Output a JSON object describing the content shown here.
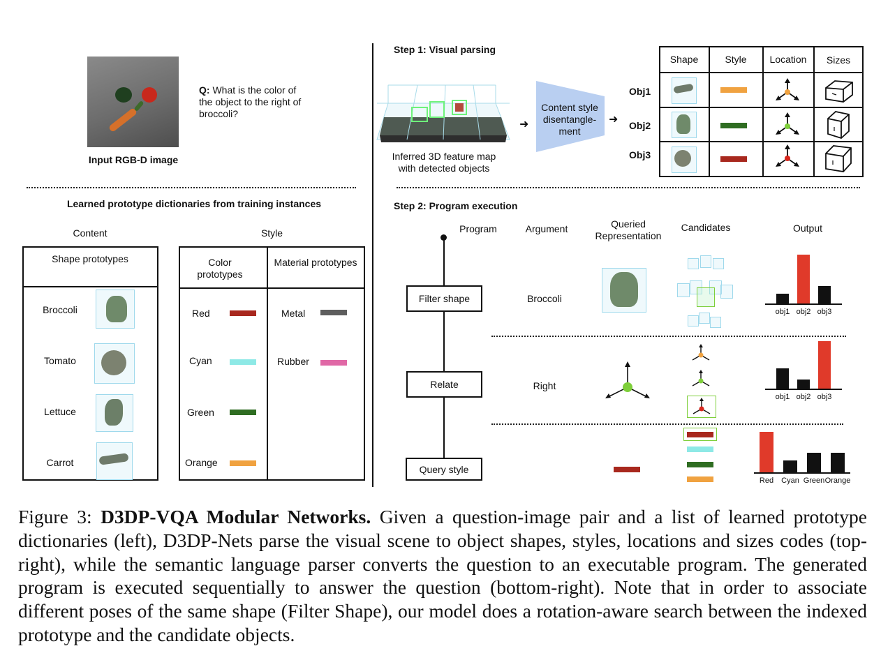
{
  "input": {
    "question_prefix": "Q:",
    "question_text": "What is the color of the object to the right of broccoli?",
    "image_label": "Input RGB-D image"
  },
  "dictionaries": {
    "title": "Learned prototype dictionaries from training instances",
    "content_label": "Content",
    "style_label": "Style",
    "shape_header": "Shape prototypes",
    "color_header": "Color prototypes",
    "material_header": "Material prototypes",
    "shapes": [
      "Broccoli",
      "Tomato",
      "Lettuce",
      "Carrot"
    ],
    "colors": [
      {
        "name": "Red",
        "hex": "#a8281e"
      },
      {
        "name": "Cyan",
        "hex": "#8ee9e6"
      },
      {
        "name": "Green",
        "hex": "#2f6d22"
      },
      {
        "name": "Orange",
        "hex": "#f0a240"
      }
    ],
    "materials": [
      {
        "name": "Metal",
        "hex": "#5e5e5e"
      },
      {
        "name": "Rubber",
        "hex": "#e068a6"
      }
    ]
  },
  "step1": {
    "title": "Step 1: Visual parsing",
    "feature_map_caption": "Inferred 3D feature map with detected objects",
    "disentangle_label": "Content style disentangle- ment",
    "table_headers": [
      "Shape",
      "Style",
      "Location",
      "Sizes"
    ],
    "objects": [
      {
        "name": "Obj1",
        "style_hex": "#f0a240",
        "dot_hex": "#f0a240"
      },
      {
        "name": "Obj2",
        "style_hex": "#2f6d22",
        "dot_hex": "#7ecf3a"
      },
      {
        "name": "Obj3",
        "style_hex": "#a8281e",
        "dot_hex": "#d9281e"
      }
    ]
  },
  "step2": {
    "title": "Step 2: Program execution",
    "headers": {
      "program": "Program",
      "argument": "Argument",
      "queried": "Queried Representation",
      "candidates": "Candidates",
      "output": "Output"
    },
    "rows": [
      {
        "program": "Filter shape",
        "argument": "Broccoli"
      },
      {
        "program": "Relate",
        "argument": "Right"
      },
      {
        "program": "Query style",
        "argument": ""
      }
    ],
    "query_style_swatch_hex": "#a8281e",
    "candidate_swatches": [
      "#a8281e",
      "#8ee9e6",
      "#2f6d22",
      "#f0a240"
    ],
    "highlight_hex": "#7ecf3a",
    "bar_highlight_hex": "#e03a2a"
  },
  "chart_data": [
    {
      "type": "bar",
      "categories": [
        "obj1",
        "obj2",
        "obj3"
      ],
      "values": [
        0.2,
        1.0,
        0.36
      ],
      "highlight": "obj2",
      "ylim": [
        0,
        1
      ]
    },
    {
      "type": "bar",
      "categories": [
        "obj1",
        "obj2",
        "obj3"
      ],
      "values": [
        0.42,
        0.19,
        1.0
      ],
      "highlight": "obj3",
      "ylim": [
        0,
        1
      ]
    },
    {
      "type": "bar",
      "categories": [
        "Red",
        "Cyan",
        "Green",
        "Orange"
      ],
      "values": [
        1.0,
        0.29,
        0.49,
        0.49
      ],
      "highlight": "Red",
      "ylim": [
        0,
        1
      ]
    }
  ],
  "caption": {
    "fig_label": "Figure 3:",
    "fig_title": "D3DP-VQA Modular Networks.",
    "text": "Given a question-image pair and a list of learned prototype dictionaries (left), D3DP-Nets parse the visual scene to object shapes, styles, locations and sizes codes (top-right), while the semantic language parser converts the question to an executable program. The generated program is executed sequentially to answer the question (bottom-right). Note that in order to associate different poses of the same shape (Filter Shape), our model does a rotation-aware search between the indexed prototype and the candidate objects."
  }
}
